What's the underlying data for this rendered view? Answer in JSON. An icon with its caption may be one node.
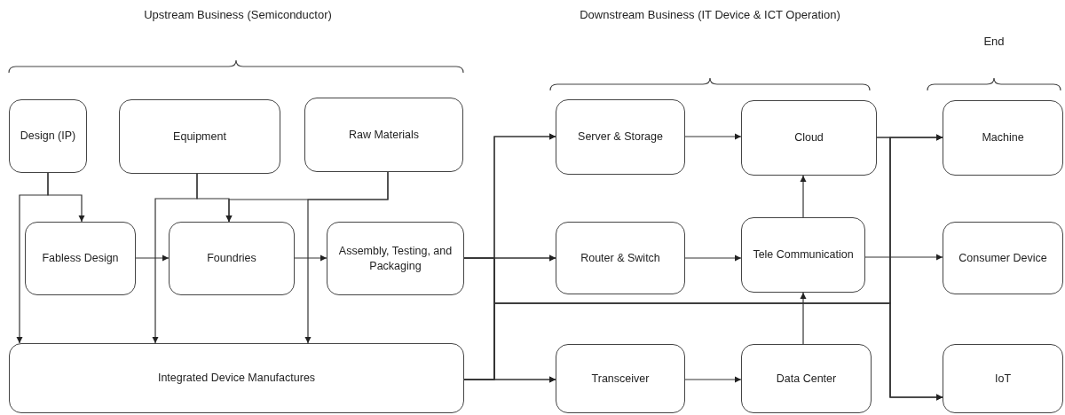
{
  "diagram": {
    "nodes": [
      {
        "text": [
          "Design (IP)"
        ]
      },
      {
        "text": [
          "Equipment"
        ]
      },
      {
        "text": [
          "Raw Materials"
        ]
      },
      {
        "text": [
          "Fabless Design"
        ]
      },
      {
        "text": [
          "Foundries"
        ]
      },
      {
        "text": [
          "Assembly, Testing, and Packaging"
        ]
      },
      {
        "text": [
          "Integrated Device Manufactures"
        ]
      },
      {
        "text": [
          "Server & Storage"
        ]
      },
      {
        "text": [
          "Cloud"
        ]
      },
      {
        "text": [
          "Machine"
        ]
      },
      {
        "text": [
          "Router & Switch"
        ]
      },
      {
        "text": [
          "Tele Communication"
        ]
      },
      {
        "text": [
          "Consumer Device"
        ]
      },
      {
        "text": [
          "Transceiver"
        ]
      },
      {
        "text": [
          "Data Center"
        ]
      },
      {
        "text": [
          "IoT"
        ]
      }
    ],
    "edges": [
      {
        "from": 0,
        "to": 3,
        "arrow": "to"
      },
      {
        "from": 0,
        "to": 6,
        "arrow": "to"
      },
      {
        "from": 1,
        "to": 4,
        "arrow": "to"
      },
      {
        "from": 1,
        "to": 6,
        "arrow": "to"
      },
      {
        "from": 2,
        "to": 4,
        "arrow": "to"
      },
      {
        "from": 2,
        "to": 6,
        "arrow": "to"
      },
      {
        "from": 3,
        "to": 4,
        "arrow": "to"
      },
      {
        "from": 4,
        "to": 5,
        "arrow": "to"
      },
      {
        "from": 5,
        "to": 7,
        "arrow": "to"
      },
      {
        "from": 5,
        "to": 10,
        "arrow": "to"
      },
      {
        "from": 5,
        "to": 13,
        "arrow": "to"
      },
      {
        "from": 6,
        "to": 7,
        "arrow": "to"
      },
      {
        "from": 6,
        "to": 10,
        "arrow": "to"
      },
      {
        "from": 6,
        "to": 13,
        "arrow": "to"
      },
      {
        "from": 5,
        "to": 9,
        "arrow": "to"
      },
      {
        "from": 5,
        "to": 15,
        "arrow": "to"
      },
      {
        "from": 6,
        "to": 9,
        "arrow": "to"
      },
      {
        "from": 6,
        "to": 15,
        "arrow": "to"
      },
      {
        "from": 7,
        "to": 8,
        "arrow": "to"
      },
      {
        "from": 10,
        "to": 11,
        "arrow": "to"
      },
      {
        "from": 13,
        "to": 14,
        "arrow": "to"
      },
      {
        "from": 14,
        "to": 11,
        "arrow": "to"
      },
      {
        "from": 11,
        "to": 8,
        "arrow": "to"
      },
      {
        "from": 8,
        "to": 9,
        "arrow": "to"
      },
      {
        "from": 8,
        "to": 15,
        "arrow": "to"
      },
      {
        "from": 11,
        "to": 12,
        "arrow": "to"
      }
    ],
    "labels": [
      "Upstream Business (Semiconductor)",
      "Downstream Business (IT Device & ICT Operation)",
      "End"
    ]
  }
}
